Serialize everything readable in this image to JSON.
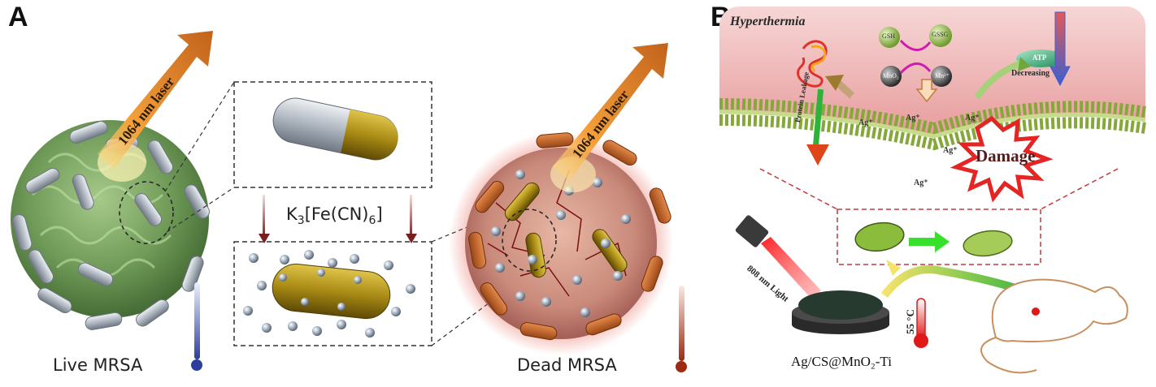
{
  "panel_a": {
    "letter": "A",
    "laser_left": "1064 nm laser",
    "laser_right": "1064 nm laser",
    "reagent_main": "K",
    "reagent_sub1": "3",
    "reagent_mid": "[Fe(CN)",
    "reagent_sub2": "6",
    "reagent_end": "]",
    "live_label": "Live MRSA",
    "dead_label": "Dead MRSA"
  },
  "panel_b": {
    "letter": "B",
    "hyperthermia": "Hyperthermia",
    "gsh": "GSH",
    "gssg": "GSSG",
    "mno2": "MnO₂",
    "mn": "Mn²⁺",
    "atp": "ATP",
    "decreasing": "Decreasing",
    "protein_leakage": "Protein Leakage",
    "ag_ion": "Ag⁺",
    "damage": "Damage",
    "light": "808 nm Light",
    "temperature": "55 °C",
    "implant": "Ag/CS@MnO₂-Ti"
  }
}
